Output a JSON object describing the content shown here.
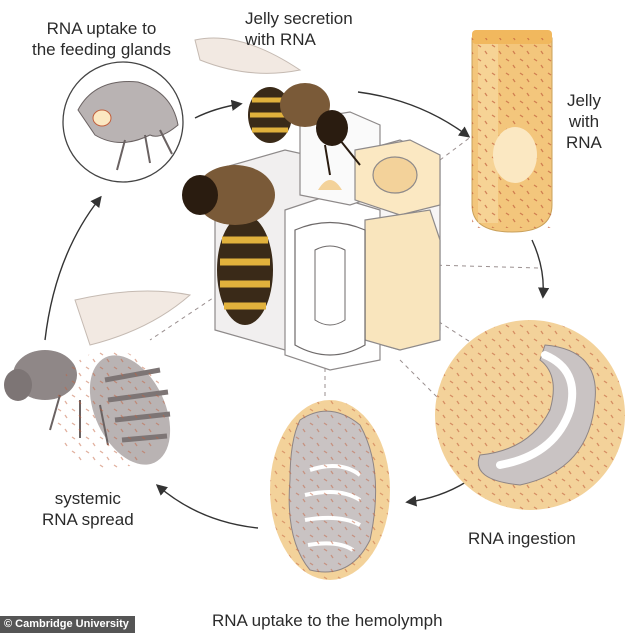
{
  "labels": {
    "rna_uptake_feeding_glands": "RNA uptake to\nthe feeding glands",
    "jelly_secretion": "Jelly secretion\nwith RNA",
    "jelly_with_rna": "Jelly\nwith\nRNA",
    "systemic_spread": "systemic\nRNA spread",
    "rna_ingestion": "RNA ingestion",
    "rna_uptake_hemolymph": "RNA uptake to the hemolymph"
  },
  "credit": "© Cambridge University",
  "colors": {
    "jelly": "#f3d29a",
    "jelly_light": "#fbe8c2",
    "grey_body": "#b9b3b3",
    "grey_dark": "#7d7575",
    "bee_stripe_dark": "#3a2a18",
    "bee_stripe_yellow": "#e1b13c",
    "rna_marks": "#c2603e",
    "arrow": "#333333"
  }
}
